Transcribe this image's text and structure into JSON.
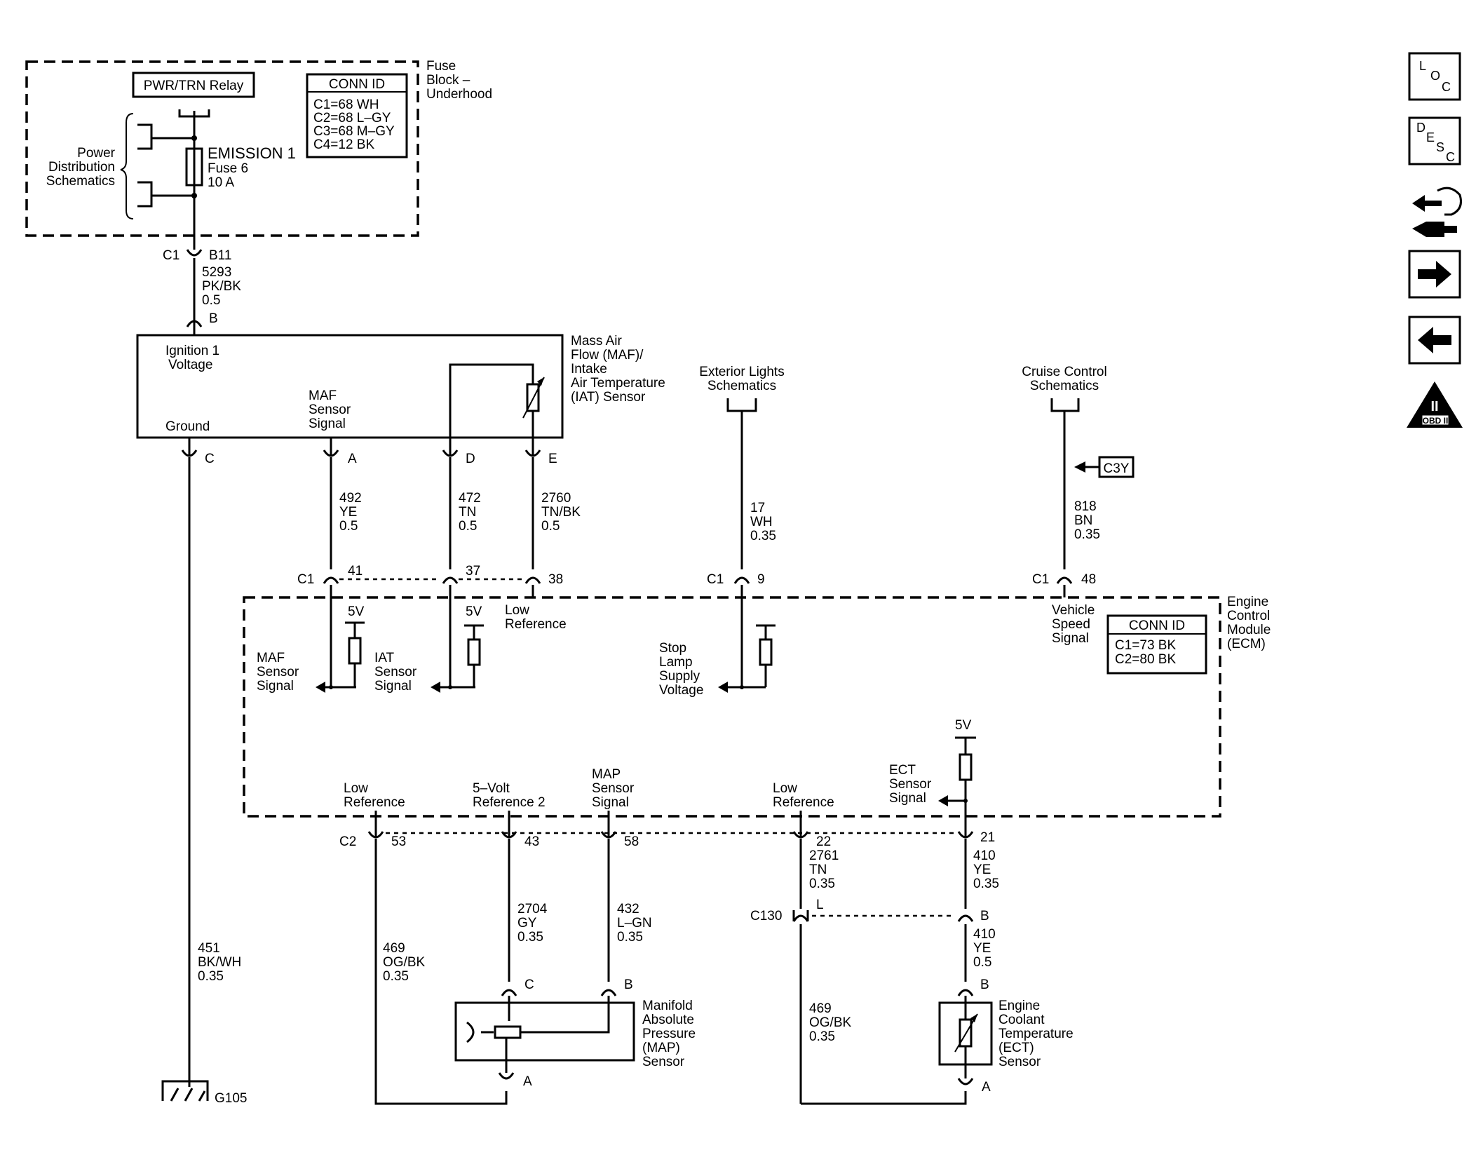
{
  "fuse_block": {
    "title": [
      "Fuse",
      "Block –",
      "Underhood"
    ],
    "relay": "PWR/TRN Relay",
    "conn_id": {
      "header": "CONN ID",
      "rows": [
        "C1=68 WH",
        "C2=68 L–GY",
        "C3=68 M–GY",
        "C4=12 BK"
      ]
    },
    "power_dist": [
      "Power",
      "Distribution",
      "Schematics"
    ],
    "fuse_name": "EMISSION 1",
    "fuse_number": "Fuse 6",
    "fuse_rating": "10 A"
  },
  "fuse_connector": {
    "conn": "C1",
    "pin": "B11"
  },
  "ignition_wire": [
    "5293",
    "PK/BK",
    "0.5"
  ],
  "maf_iat_sensor": {
    "pin_b": "B",
    "title": [
      "Mass Air",
      "Flow (MAF)/",
      "Intake",
      "Air Temperature",
      "(IAT) Sensor"
    ],
    "ignition_label": [
      "Ignition 1",
      "Voltage"
    ],
    "maf_signal_label": [
      "MAF",
      "Sensor",
      "Signal"
    ],
    "ground_label": "Ground",
    "pins": {
      "c": "C",
      "a": "A",
      "d": "D",
      "e": "E"
    }
  },
  "wires_upper": {
    "w492": [
      "492",
      "YE",
      "0.5"
    ],
    "w472": [
      "472",
      "TN",
      "0.5"
    ],
    "w2760": [
      "2760",
      "TN/BK",
      "0.5"
    ],
    "w17": [
      "17",
      "WH",
      "0.35"
    ],
    "w818": [
      "818",
      "BN",
      "0.35"
    ]
  },
  "exterior_lights": [
    "Exterior Lights",
    "Schematics"
  ],
  "cruise_control": [
    "Cruise Control",
    "Schematics"
  ],
  "c3y_label": "C3Y",
  "ecm_pins_c1": {
    "c1a": "C1",
    "p41": "41",
    "p37": "37",
    "p38": "38",
    "c1b": "C1",
    "p9": "9",
    "c1c": "C1",
    "p48": "48"
  },
  "ecm": {
    "title": [
      "Engine",
      "Control",
      "Module",
      "(ECM)"
    ],
    "conn_id": {
      "header": "CONN ID",
      "rows": [
        "C1=73 BK",
        "C2=80 BK"
      ]
    },
    "v5": "5V",
    "low_reference_top": [
      "Low",
      "Reference"
    ],
    "maf_sensor_signal": [
      "MAF",
      "Sensor",
      "Signal"
    ],
    "iat_sensor_signal": [
      "IAT",
      "Sensor",
      "Signal"
    ],
    "stop_lamp": [
      "Stop",
      "Lamp",
      "Supply",
      "Voltage"
    ],
    "vehicle_speed": [
      "Vehicle",
      "Speed",
      "Signal"
    ],
    "ect_sensor_signal": [
      "ECT",
      "Sensor",
      "Signal"
    ],
    "low_reference_1": [
      "Low",
      "Reference"
    ],
    "five_volt_ref": [
      "5–Volt",
      "Reference 2"
    ],
    "map_sensor_signal": [
      "MAP",
      "Sensor",
      "Signal"
    ],
    "low_reference_2": [
      "Low",
      "Reference"
    ]
  },
  "ecm_pins_c2": {
    "c2": "C2",
    "p53": "53",
    "p43": "43",
    "p58": "58",
    "p22": "22",
    "p21": "21"
  },
  "wires_lower": {
    "w451": [
      "451",
      "BK/WH",
      "0.35"
    ],
    "w469a": [
      "469",
      "OG/BK",
      "0.35"
    ],
    "w2704": [
      "2704",
      "GY",
      "0.35"
    ],
    "w432": [
      "432",
      "L–GN",
      "0.35"
    ],
    "w2761": [
      "2761",
      "TN",
      "0.35"
    ],
    "w410a": [
      "410",
      "YE",
      "0.35"
    ],
    "w410b": [
      "410",
      "YE",
      "0.5"
    ],
    "w469b": [
      "469",
      "OG/BK",
      "0.35"
    ]
  },
  "c130": {
    "conn": "C130",
    "pin_l": "L",
    "pin_b": "B"
  },
  "map_sensor": {
    "title": [
      "Manifold",
      "Absolute",
      "Pressure",
      "(MAP)",
      "Sensor"
    ],
    "pins": {
      "c": "C",
      "b": "B",
      "a": "A"
    }
  },
  "ect_sensor": {
    "title": [
      "Engine",
      "Coolant",
      "Temperature",
      "(ECT)",
      "Sensor"
    ],
    "pins": {
      "b": "B",
      "a": "A"
    }
  },
  "ground": "G105",
  "nav": {
    "loc": [
      "L",
      "O",
      "C"
    ],
    "desc": [
      "D",
      "E",
      "S",
      "C"
    ],
    "obd_numeral": "II",
    "obd": "OBD II"
  }
}
